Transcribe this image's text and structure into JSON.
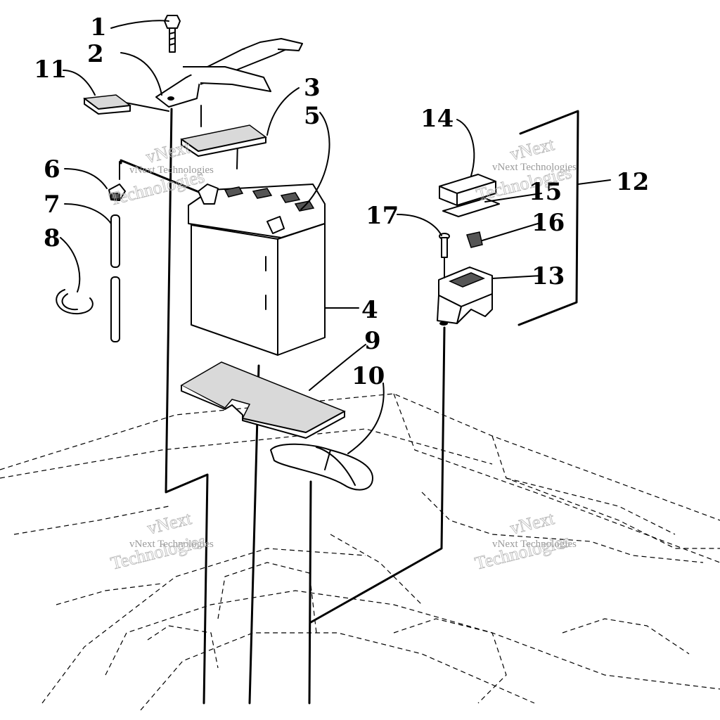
{
  "callouts": [
    {
      "id": "1",
      "label": "1"
    },
    {
      "id": "2",
      "label": "2"
    },
    {
      "id": "3",
      "label": "3"
    },
    {
      "id": "4",
      "label": "4"
    },
    {
      "id": "5",
      "label": "5"
    },
    {
      "id": "6",
      "label": "6"
    },
    {
      "id": "7",
      "label": "7"
    },
    {
      "id": "8",
      "label": "8"
    },
    {
      "id": "9",
      "label": "9"
    },
    {
      "id": "10",
      "label": "10"
    },
    {
      "id": "11",
      "label": "11"
    },
    {
      "id": "12",
      "label": "12"
    },
    {
      "id": "13",
      "label": "13"
    },
    {
      "id": "14",
      "label": "14"
    },
    {
      "id": "15",
      "label": "15"
    },
    {
      "id": "16",
      "label": "16"
    },
    {
      "id": "17",
      "label": "17"
    }
  ],
  "watermark": {
    "line1": "vNext",
    "line2": "vNext Technologies",
    "line3": "Technologies"
  }
}
